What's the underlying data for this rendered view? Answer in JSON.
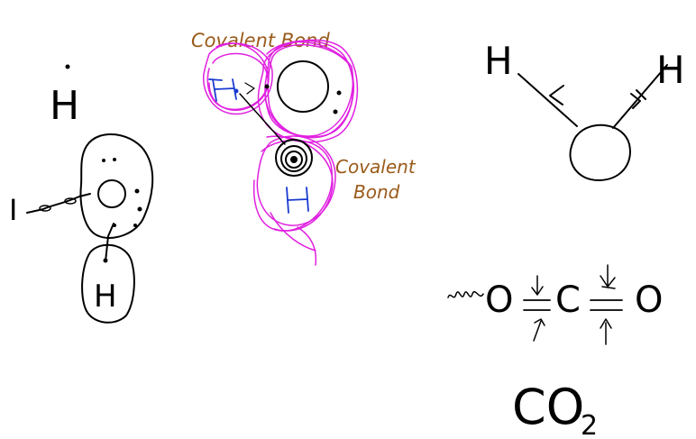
{
  "labels": {
    "h_atom_top": "H",
    "i_left": "I",
    "h_bottom": "H",
    "covalent_bond_top": "Covalent Bond",
    "covalent_bond_side_line1": "Covalent",
    "covalent_bond_side_line2": "Bond",
    "water_h_left": "H",
    "water_h_right": "H",
    "co2_left_o": "O",
    "co2_c": "C",
    "co2_right_o": "O",
    "co2_formula_main": "CO",
    "co2_formula_sub": "2"
  },
  "colors": {
    "ink": "#000000",
    "magenta": "#e020e0",
    "brown": "#9a5a1a",
    "blue": "#1a3ad0"
  }
}
